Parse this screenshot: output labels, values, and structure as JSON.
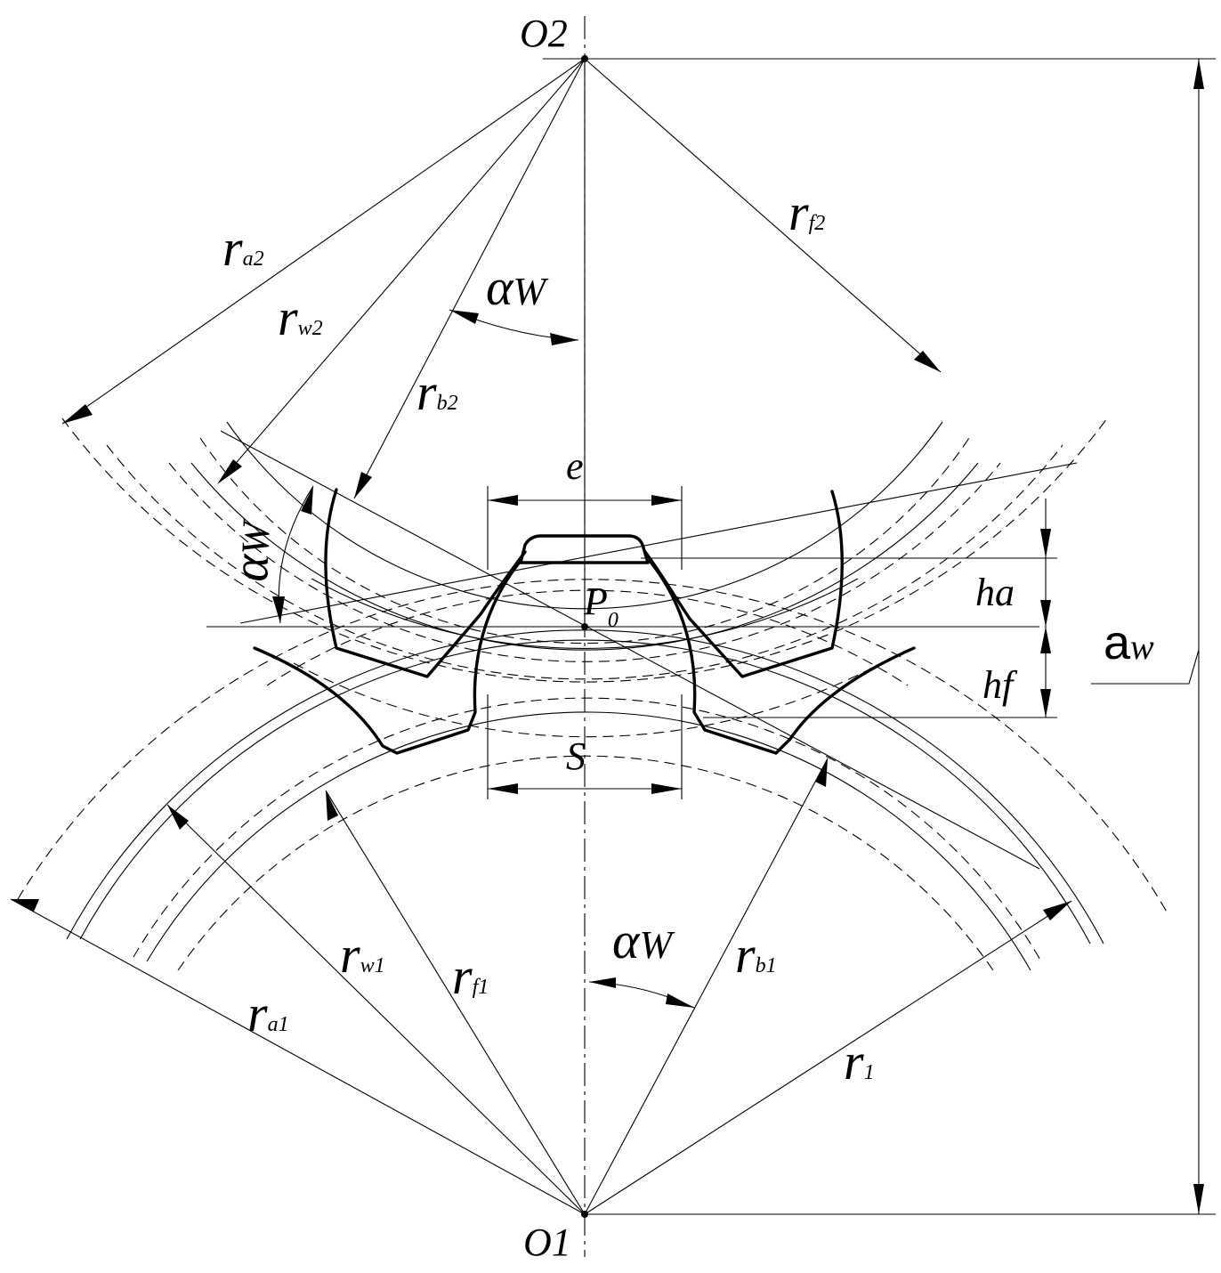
{
  "labels": {
    "O2": {
      "main": "O",
      "sub": "2"
    },
    "O1": {
      "main": "O",
      "sub": "1"
    },
    "P0": {
      "main": "P",
      "sub": "0"
    },
    "rf2": {
      "main": "r",
      "sub": "f2"
    },
    "ra2": {
      "main": "r",
      "sub": "a2"
    },
    "rw2": {
      "main": "r",
      "sub": "w2"
    },
    "rb2": {
      "main": "r",
      "sub": "b2"
    },
    "alpha_top": {
      "main": "α",
      "sub": "W"
    },
    "alpha_left": {
      "main": "α",
      "sub": "W"
    },
    "alpha_bottom": {
      "main": "α",
      "sub": "W"
    },
    "e": "e",
    "S": "S",
    "ha": {
      "main": "h",
      "sub": "a"
    },
    "hf": {
      "main": "h",
      "sub": "f"
    },
    "aw": {
      "main": "a",
      "sub": "w"
    },
    "rw1": {
      "main": "r",
      "sub": "w1"
    },
    "rf1": {
      "main": "r",
      "sub": "f1"
    },
    "rb1": {
      "main": "r",
      "sub": "b1"
    },
    "ra1": {
      "main": "r",
      "sub": "a1"
    },
    "r1": {
      "main": "r",
      "sub": "1"
    }
  }
}
